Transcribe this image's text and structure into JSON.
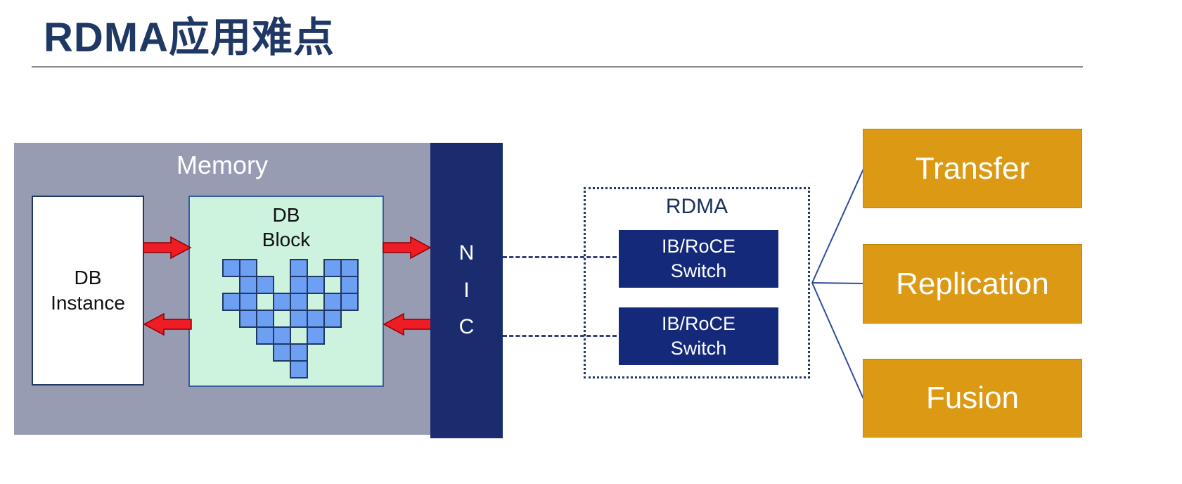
{
  "title": "RDMA应用难点",
  "colors": {
    "title-blue": "#1F3864",
    "memory-gray": "#989CB3",
    "navy": "#1B2C6E",
    "switch-navy": "#15297A",
    "block-green": "#CDF2DE",
    "block-border": "#3B5BA5",
    "pattern-blue": "#6D9FF2",
    "arrow-red": "#EE1C25",
    "arrow-red-dark": "#8B0000",
    "dash-blue": "#31417E",
    "fan-line-blue": "#2E4C9C",
    "orange": "#DB9914"
  },
  "memory": {
    "label": "Memory"
  },
  "db_instance": {
    "label": "DB\nInstance"
  },
  "db_block": {
    "label": "DB\nBlock",
    "pattern_cells": [
      [
        0,
        0
      ],
      [
        0,
        1
      ],
      [
        0,
        4
      ],
      [
        0,
        6
      ],
      [
        0,
        7
      ],
      [
        1,
        1
      ],
      [
        1,
        2
      ],
      [
        1,
        4
      ],
      [
        1,
        5
      ],
      [
        1,
        7
      ],
      [
        2,
        0
      ],
      [
        2,
        1
      ],
      [
        2,
        3
      ],
      [
        2,
        4
      ],
      [
        2,
        6
      ],
      [
        2,
        7
      ],
      [
        3,
        1
      ],
      [
        3,
        2
      ],
      [
        3,
        4
      ],
      [
        3,
        5
      ],
      [
        3,
        6
      ],
      [
        4,
        2
      ],
      [
        4,
        3
      ],
      [
        4,
        5
      ],
      [
        5,
        3
      ],
      [
        5,
        4
      ],
      [
        6,
        4
      ]
    ]
  },
  "nic": {
    "label": "N\nI\nC"
  },
  "rdma": {
    "label": "RDMA",
    "switches": [
      {
        "label": "IB/RoCE\nSwitch"
      },
      {
        "label": "IB/RoCE\nSwitch"
      }
    ]
  },
  "outcomes": [
    {
      "label": "Transfer"
    },
    {
      "label": "Replication"
    },
    {
      "label": "Fusion"
    }
  ]
}
